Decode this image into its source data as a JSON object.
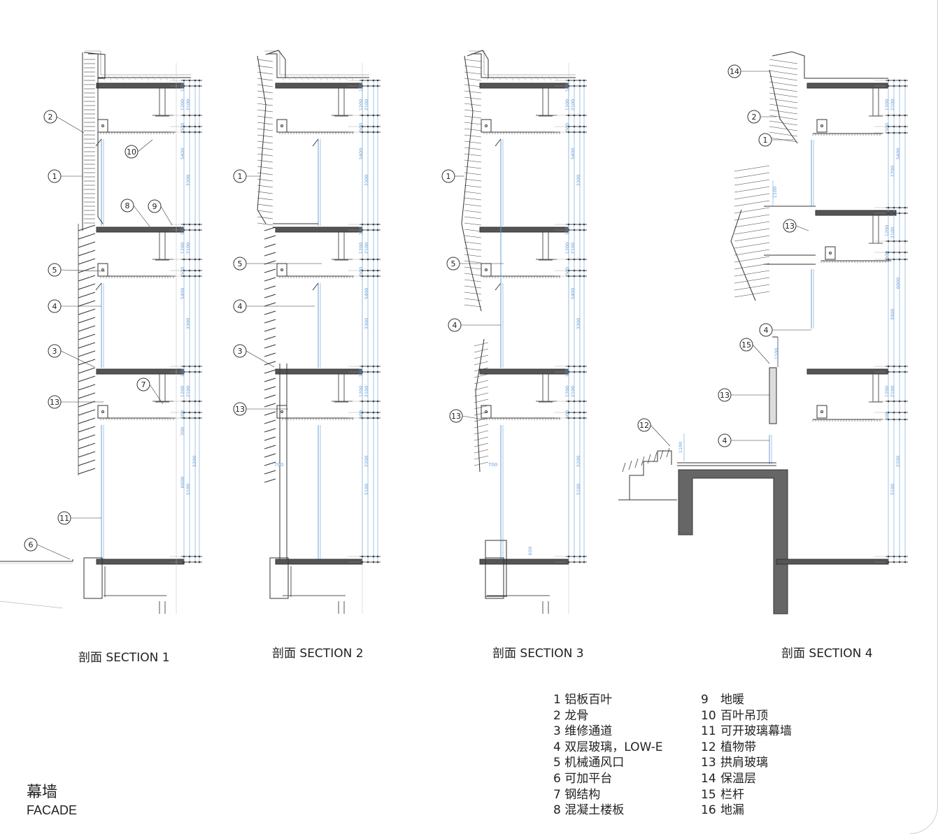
{
  "title": {
    "zh": "幕墙",
    "en": "FACADE"
  },
  "sections": [
    {
      "label": "剖面 SECTION 1"
    },
    {
      "label": "剖面 SECTION 2"
    },
    {
      "label": "剖面 SECTION 3"
    },
    {
      "label": "剖面 SECTION 4"
    }
  ],
  "legend_left": [
    {
      "num": "1",
      "text": "铝板百叶"
    },
    {
      "num": "2",
      "text": "龙骨"
    },
    {
      "num": "3",
      "text": "维修通道"
    },
    {
      "num": "4",
      "text": "双层玻璃，LOW-E"
    },
    {
      "num": "5",
      "text": "机械通风口"
    },
    {
      "num": "6",
      "text": "可加平台"
    },
    {
      "num": "7",
      "text": "钢结构"
    },
    {
      "num": "8",
      "text": "混凝土楼板"
    }
  ],
  "legend_right": [
    {
      "num": "9",
      "text": "地暖"
    },
    {
      "num": "10",
      "text": "百叶吊顶"
    },
    {
      "num": "11",
      "text": "可开玻璃幕墙"
    },
    {
      "num": "12",
      "text": "植物带"
    },
    {
      "num": "13",
      "text": "拱肩玻璃"
    },
    {
      "num": "14",
      "text": "保温层"
    },
    {
      "num": "15",
      "text": "栏杆"
    },
    {
      "num": "16",
      "text": "地漏"
    }
  ],
  "colors": {
    "line": "#333333",
    "slab": "#555555",
    "dim": "#6a9fd4",
    "glass": "#6a9fd4"
  },
  "dimensions": {
    "s1": [
      "150",
      "1200",
      "2100",
      "500",
      "150",
      "5400",
      "3300",
      "150",
      "1200",
      "2100",
      "500",
      "150",
      "5400",
      "3300",
      "150",
      "1200",
      "2100",
      "500",
      "150",
      "700",
      "2200",
      "6600",
      "5100"
    ],
    "s2": [
      "150",
      "1200",
      "2100",
      "500",
      "150",
      "5400",
      "3300",
      "150",
      "1200",
      "2100",
      "500",
      "150",
      "5400",
      "3300",
      "150",
      "1200",
      "2100",
      "500",
      "150",
      "700",
      "2200",
      "5100"
    ],
    "s3": [
      "150",
      "1200",
      "2100",
      "500",
      "150",
      "5400",
      "3300",
      "150",
      "1200",
      "2100",
      "500",
      "150",
      "5400",
      "3300",
      "150",
      "1200",
      "2100",
      "500",
      "150",
      "700",
      "2200",
      "5100",
      "650"
    ],
    "s4": [
      "150",
      "1200",
      "2100",
      "500",
      "150",
      "5400",
      "2700",
      "1100",
      "150",
      "1200",
      "2100",
      "500",
      "6000",
      "3900",
      "1100",
      "150",
      "1200",
      "2100",
      "500",
      "1100",
      "2200",
      "5100"
    ]
  }
}
